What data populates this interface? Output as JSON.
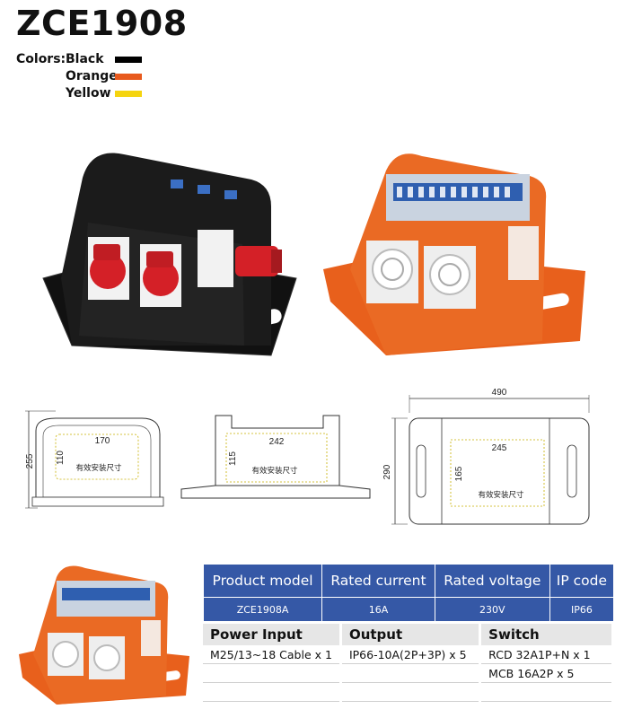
{
  "header": {
    "title": "ZCE1908",
    "colors_label": "Colors:",
    "colors": [
      {
        "name": "Black",
        "hex": "#000000"
      },
      {
        "name": "Orange",
        "hex": "#e85a1e"
      },
      {
        "name": "Yellow",
        "hex": "#f5d40f"
      }
    ]
  },
  "drawings": {
    "side": {
      "height": "255",
      "inner_width": "170",
      "inner_height": "110",
      "label": "有效安装尺寸"
    },
    "front": {
      "inner_width": "242",
      "inner_height": "115",
      "label": "有效安装尺寸"
    },
    "top": {
      "width": "490",
      "height": "290",
      "inner_width": "245",
      "inner_height": "165",
      "label": "有效安装尺寸"
    }
  },
  "spec_table": {
    "headers": [
      "Product model",
      "Rated current",
      "Rated voltage",
      "IP code"
    ],
    "row": [
      "ZCE1908A",
      "16A",
      "230V",
      "IP66"
    ]
  },
  "parts_table": {
    "headers": [
      "Power Input",
      "Output",
      "Switch"
    ],
    "rows": [
      [
        "M25/13~18 Cable  x 1",
        "IP66-10A(2P+3P)  x 5",
        "RCD 32A1P+N  x 1"
      ],
      [
        "",
        "",
        "MCB 16A2P  x 5"
      ],
      [
        "",
        "",
        ""
      ]
    ]
  },
  "accent_colors": {
    "table_header": "#3558a6",
    "orange_body": "#e8601c",
    "red_socket": "#d42027"
  }
}
